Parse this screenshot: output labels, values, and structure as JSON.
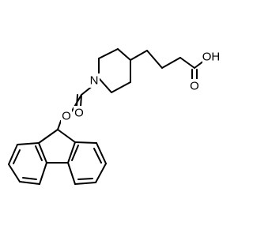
{
  "molecule": {
    "atoms": {
      "hydroxyl": "OH",
      "carbonyl_oxygen_acid": "O",
      "piperidine_nitrogen": "N",
      "carbamate_carbonyl_oxygen": "O",
      "carbamate_ester_oxygen": "O"
    }
  },
  "colors": {
    "background": "#ffffff",
    "bond": "#000000",
    "text": "#000000"
  }
}
